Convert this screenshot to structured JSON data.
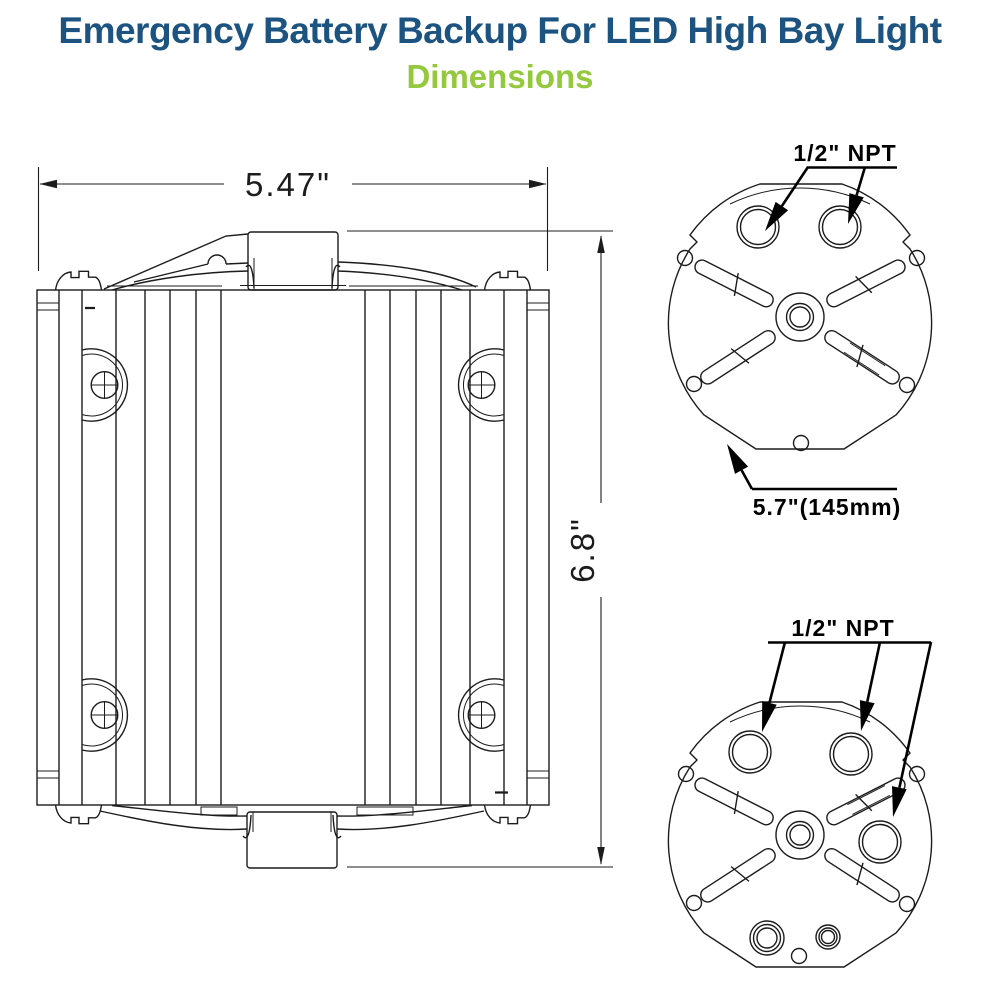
{
  "header": {
    "title": "Emergency Battery Backup For LED High Bay Light",
    "subtitle": "Dimensions"
  },
  "colors": {
    "title_blue": "#1c5380",
    "subtitle_green": "#94c83d",
    "drawing_line": "#1c1c1c"
  },
  "front_view": {
    "width_label": "5.47\"",
    "height_label": "6.8\""
  },
  "top_view": {
    "npt_label": "1/2\" NPT",
    "diameter_label": "5.7\"(145mm)"
  },
  "bottom_view": {
    "npt_label": "1/2\" NPT"
  }
}
